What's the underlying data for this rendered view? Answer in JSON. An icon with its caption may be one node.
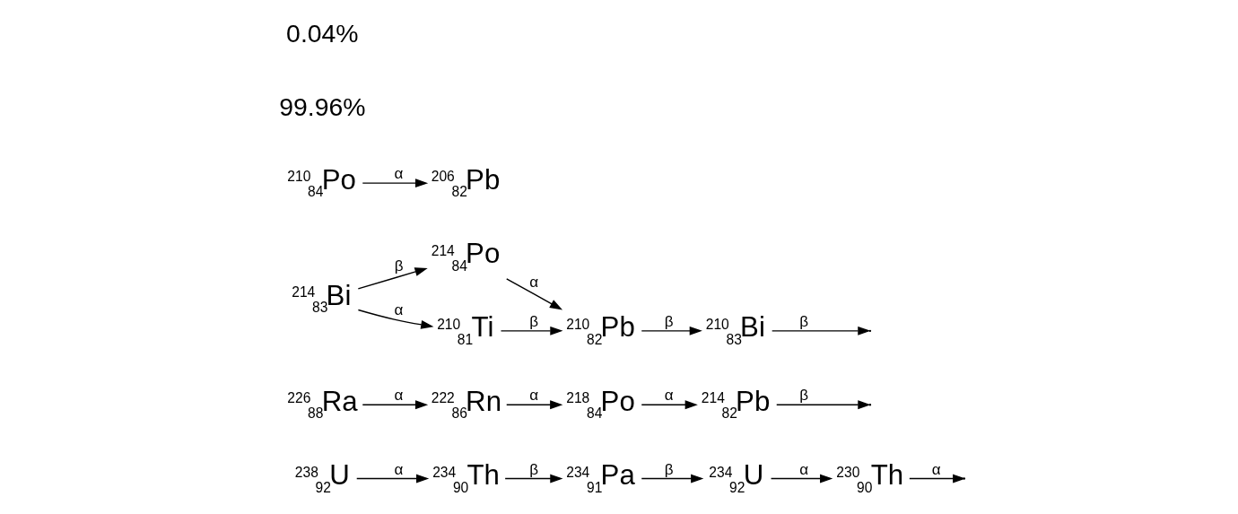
{
  "diagram": {
    "nodes": [
      {
        "text": [
          "$^{238}$$_{92}$U"
        ]
      },
      {
        "text": [
          "$^{234}$$_{90}$Th"
        ]
      },
      {
        "text": [
          "$^{234}$$_{91}$Pa"
        ]
      },
      {
        "text": [
          "$^{234}$$_{92}$U"
        ]
      },
      {
        "text": [
          "$^{230}$$_{90}$Th"
        ]
      },
      {
        "text": [
          "$^{226}$$_{88}$Ra"
        ]
      },
      {
        "text": [
          "$^{222}$$_{86}$Rn"
        ]
      },
      {
        "text": [
          "$^{218}$$_{84}$Po"
        ]
      },
      {
        "text": [
          "$^{214}$$_{82}$Pb"
        ]
      },
      {
        "text": [
          "$^{214}$$_{83}$Bi"
        ]
      },
      {
        "text": [
          "$^{214}$$_{84}$Po"
        ]
      },
      {
        "text": [
          "$^{210}$$_{81}$Ti"
        ]
      },
      {
        "text": [
          "$^{210}$$_{82}$Pb"
        ]
      },
      {
        "text": [
          "$^{210}$$_{83}$Bi"
        ]
      },
      {
        "text": [
          "$^{210}$$_{84}$Po"
        ]
      },
      {
        "text": [
          "$^{206}$$_{82}$Pb"
        ]
      }
    ],
    "edges": [
      {
        "from": 0,
        "to": 1,
        "arrow": "to",
        "label": "α"
      },
      {
        "from": 1,
        "to": 2,
        "arrow": "to",
        "label": "β"
      },
      {
        "from": 2,
        "to": 3,
        "arrow": "to",
        "label": "β"
      },
      {
        "from": 3,
        "to": 4,
        "arrow": "to",
        "label": "α"
      },
      {
        "from": 4,
        "to": null,
        "arrow": "to",
        "label": "α"
      },
      {
        "from": 5,
        "to": 6,
        "arrow": "to",
        "label": "α"
      },
      {
        "from": 6,
        "to": 7,
        "arrow": "to",
        "label": "α"
      },
      {
        "from": 7,
        "to": 8,
        "arrow": "to",
        "label": "α"
      },
      {
        "from": 8,
        "to": null,
        "arrow": "to",
        "label": "β"
      },
      {
        "from": 9,
        "to": 10,
        "arrow": "to",
        "label": "β"
      },
      {
        "from": 9,
        "to": 11,
        "arrow": "to",
        "label": "α"
      },
      {
        "from": 10,
        "to": 12,
        "arrow": "to",
        "label": "α"
      },
      {
        "from": 11,
        "to": 12,
        "arrow": "to",
        "label": "β"
      },
      {
        "from": 12,
        "to": 13,
        "arrow": "to",
        "label": "β"
      },
      {
        "from": 13,
        "to": null,
        "arrow": "to",
        "label": "β"
      },
      {
        "from": 14,
        "to": 15,
        "arrow": "to",
        "label": "α"
      }
    ],
    "labels": [
      "99.96%",
      "0.04%"
    ]
  }
}
